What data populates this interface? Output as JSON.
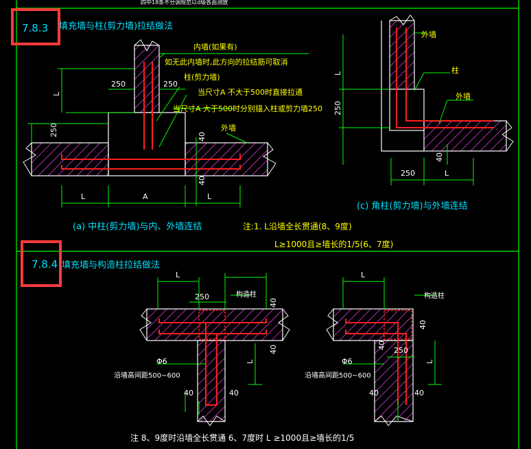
{
  "top_caption": "四中18条不分调规范以d级各面测放",
  "section_a": {
    "number": "7.8.3",
    "title": "填充墙与柱(剪力墙)拉结做法",
    "label_inner_wall": "内墙(如果有)",
    "label_note_no_inner": "如无此内墙时,此方向的拉结筋可取消",
    "label_column": "柱(剪力墙)",
    "label_le500": "当尺寸A 不大于500时直接拉通",
    "label_gt500": "当尺寸A 大于500时分别锚入柱或剪力墙250",
    "label_outer_wall": "外墙",
    "dim_250_a": "250",
    "dim_250_b": "250",
    "dim_250_v": "250",
    "dim_40_a": "40",
    "dim_40_b": "40",
    "dim_L_v": "L",
    "dim_L1": "L",
    "dim_A": "A",
    "dim_L2": "L",
    "caption_a": "(a) 中柱(剪力墙)与内、外墙连结",
    "note_line1": "注:1. L沿墙全长贯通(8、9度)",
    "note_line2": "L≥1000且≥墙长的1/5(6、7度)"
  },
  "section_c": {
    "label_outer_wall_top": "外墙",
    "label_column": "柱",
    "label_outer_wall_right": "外墙",
    "dim_L_v": "L",
    "dim_250_v": "250",
    "dim_40": "40",
    "dim_250_h": "250",
    "dim_L_h": "L",
    "caption_c": "(c) 角柱(剪力墙)与外墙连结"
  },
  "section_b": {
    "number": "7.8.4",
    "title": "填充墙与构造柱拉结做法",
    "d1_dim_L": "L",
    "d1_dim_250": "250",
    "d1_label_gzz": "构造柱",
    "d1_dim_40_r1": "40",
    "d1_dim_40_r2": "40",
    "d1_dim_L_v": "L",
    "d1_phi6": "Φ6",
    "d1_spacing": "沿墙高间距500~600",
    "d1_dim_40_b1": "40",
    "d1_dim_40_b2": "40",
    "d2_dim_L": "L",
    "d2_label_gzz": "构造柱",
    "d2_dim_40_r1": "40",
    "d2_dim_40_r2": "40",
    "d2_dim_250": "250",
    "d2_dim_L_v": "L",
    "d2_phi6": "Φ6",
    "d2_spacing": "沿墙高间距500~600",
    "d2_dim_40_b1": "40",
    "d2_dim_40_b2": "40",
    "bottom_note": "注 8、9度时沿墙全长贯通 6、7度时 L ≥1000且≥墙长的1/5"
  },
  "colors": {
    "background": "#000000",
    "frame": "#00ff00",
    "wall_outline": "#ffffff",
    "hatch": "#ff40ff",
    "rebar": "#ff2020",
    "dimension": "#00ff00",
    "text_green": "#00ff00",
    "text_cyan": "#00e0ff",
    "text_yellow": "#ffff00",
    "highlight_box": "#ff3b3b"
  }
}
